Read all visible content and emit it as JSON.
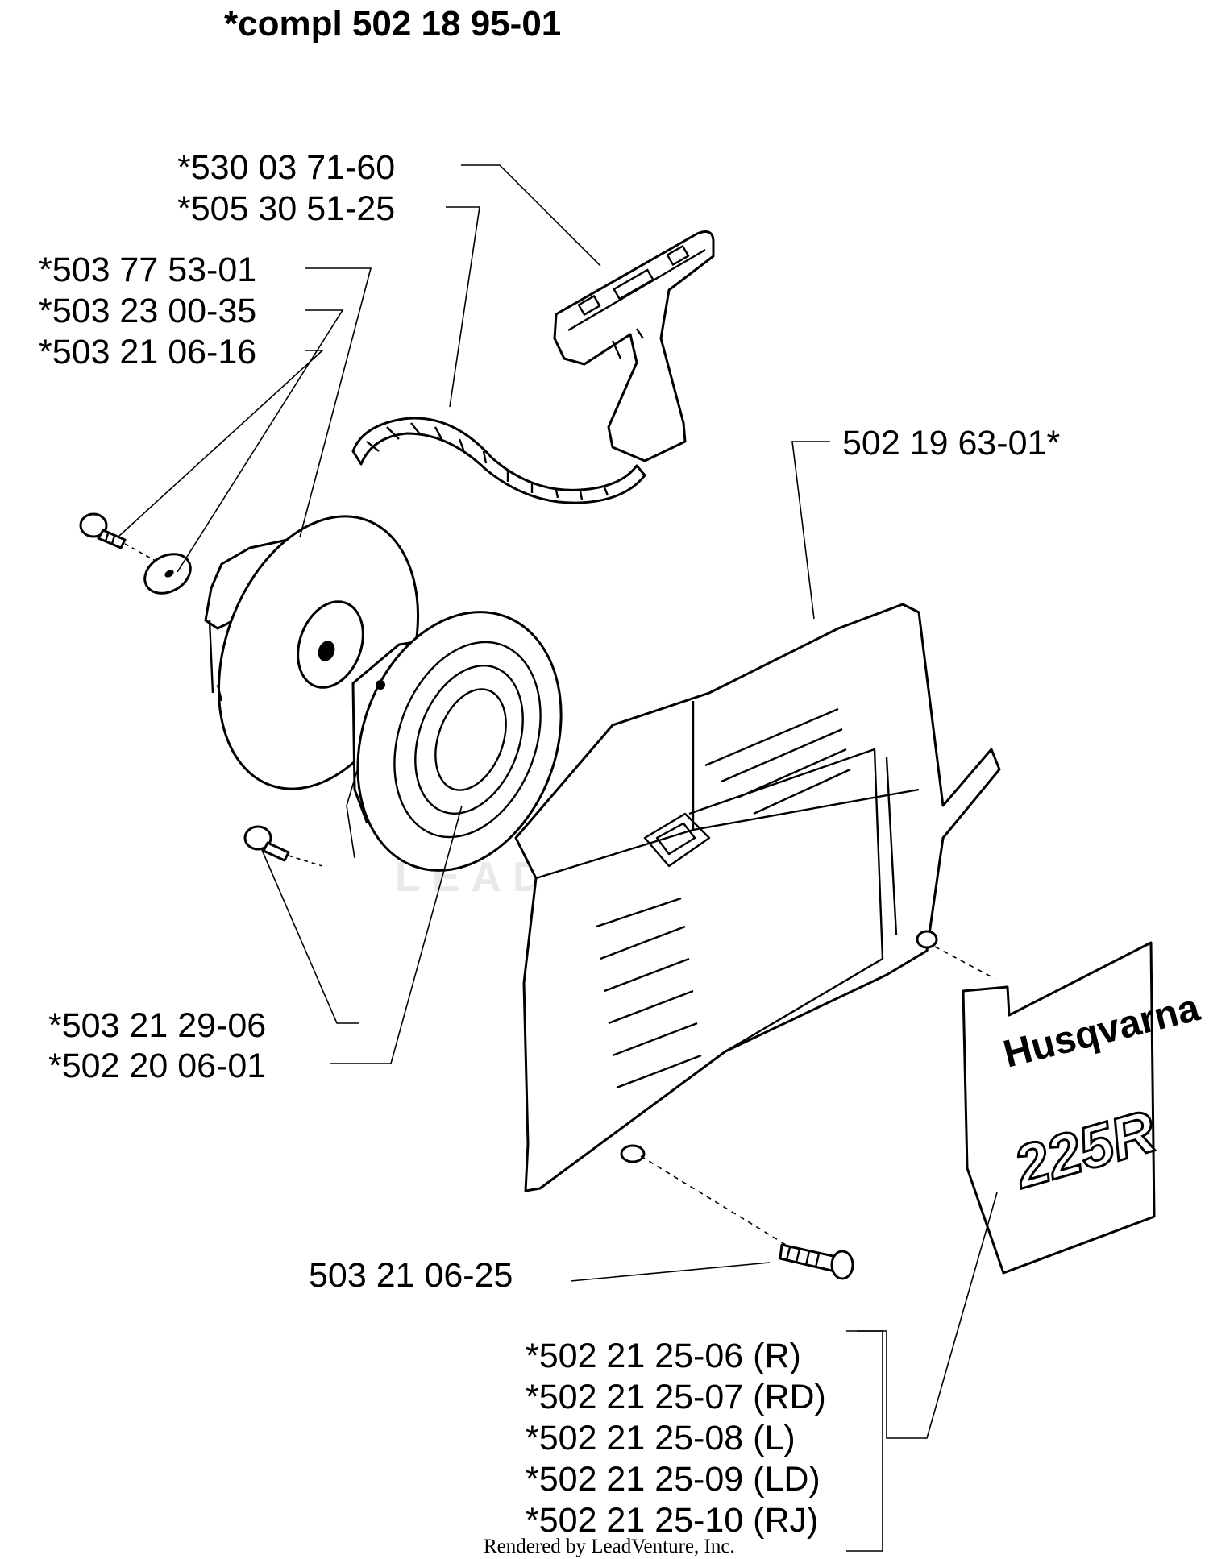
{
  "diagram": {
    "title": "*compl 502 18 95-01",
    "footer": "Rendered by LeadVenture, Inc.",
    "watermark": "LEADVENTURE",
    "decal": {
      "brand": "Husqvarna",
      "model": "225R"
    },
    "labels": {
      "handle": "*530 03 71-60",
      "rope": "*505 30 51-25",
      "pulley": "*503 77 53-01",
      "washer": "*503 23 00-35",
      "center_screw": "*503 21 06-16",
      "cover": "502 19 63-01*",
      "spring_screw": "*503 21 29-06",
      "spring_cassette": "*502 20 06-01",
      "cover_screw": "503 21 06-25",
      "decal_r": "*502 21 25-06 (R)",
      "decal_rd": "*502 21 25-07 (RD)",
      "decal_l": "*502 21 25-08 (L)",
      "decal_ld": "*502 21 25-09 (LD)",
      "decal_rj": "*502 21 25-10 (RJ)"
    }
  }
}
